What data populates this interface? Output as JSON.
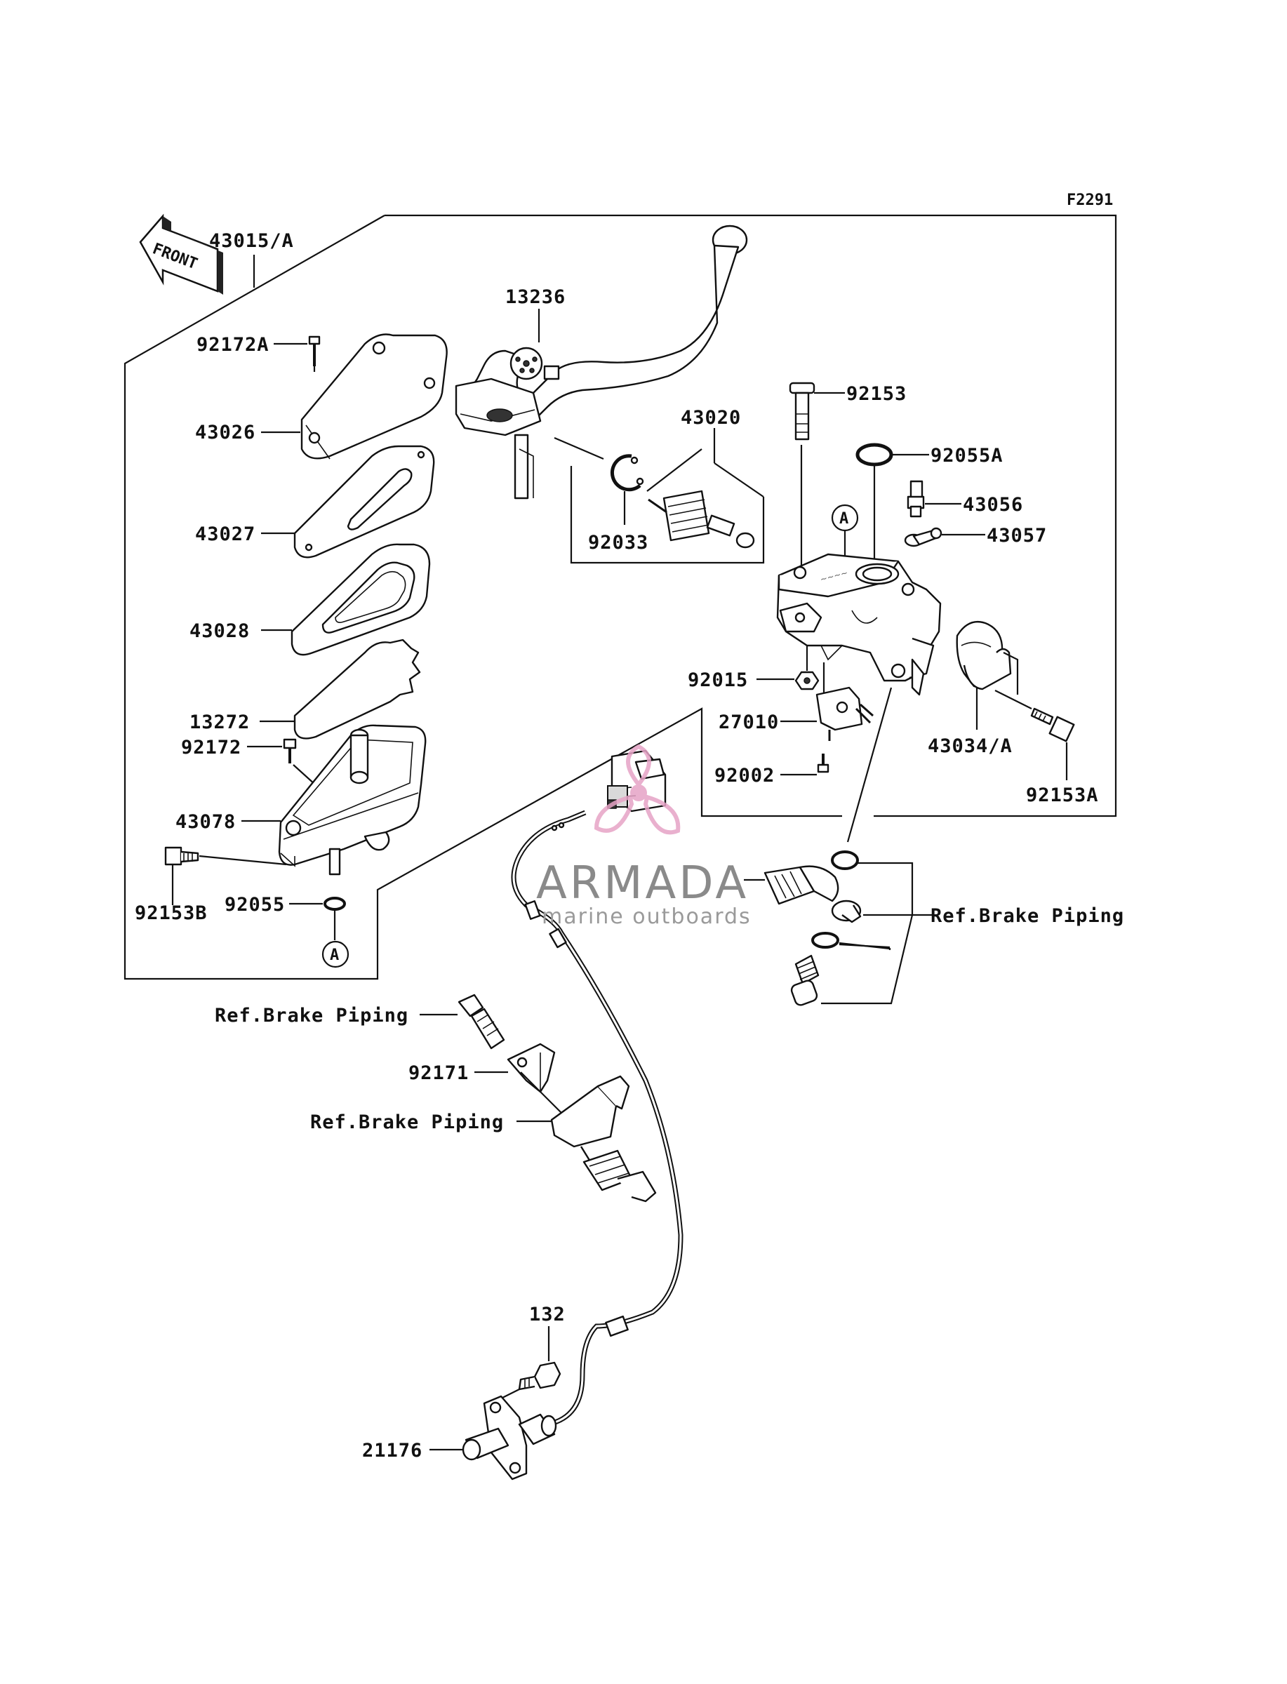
{
  "figure_code": "F2291",
  "front_marker": "FRONT",
  "reference_marks": [
    "A",
    "A"
  ],
  "callouts": {
    "assembly_main": "43015/A",
    "lever": "13236",
    "screw_cap_a": "92172A",
    "cap": "43026",
    "plate": "43027",
    "diaphragm": "43028",
    "float": "13272",
    "screw_cap": "92172",
    "reservoir": "43078",
    "bolt_res": "92153B",
    "oring_res": "92055",
    "piston_kit": "43020",
    "circlip": "92033",
    "bolt_pivot": "92153",
    "oring_body": "92055A",
    "bleeder": "43056",
    "cap_bleed": "43057",
    "nut": "92015",
    "switch": "27010",
    "screw_switch": "92002",
    "holder": "43034/A",
    "bolt_holder": "92153A",
    "ref_piping_1": "Ref.Brake Piping",
    "ref_piping_2": "Ref.Brake Piping",
    "ref_piping_3": "Ref.Brake Piping",
    "clamp": "92171",
    "bolt_sensor": "132",
    "sensor": "21176"
  },
  "watermark": {
    "brand": "ARMADA",
    "tagline": "marine outboards",
    "accent_color": "#e6a3c6"
  }
}
